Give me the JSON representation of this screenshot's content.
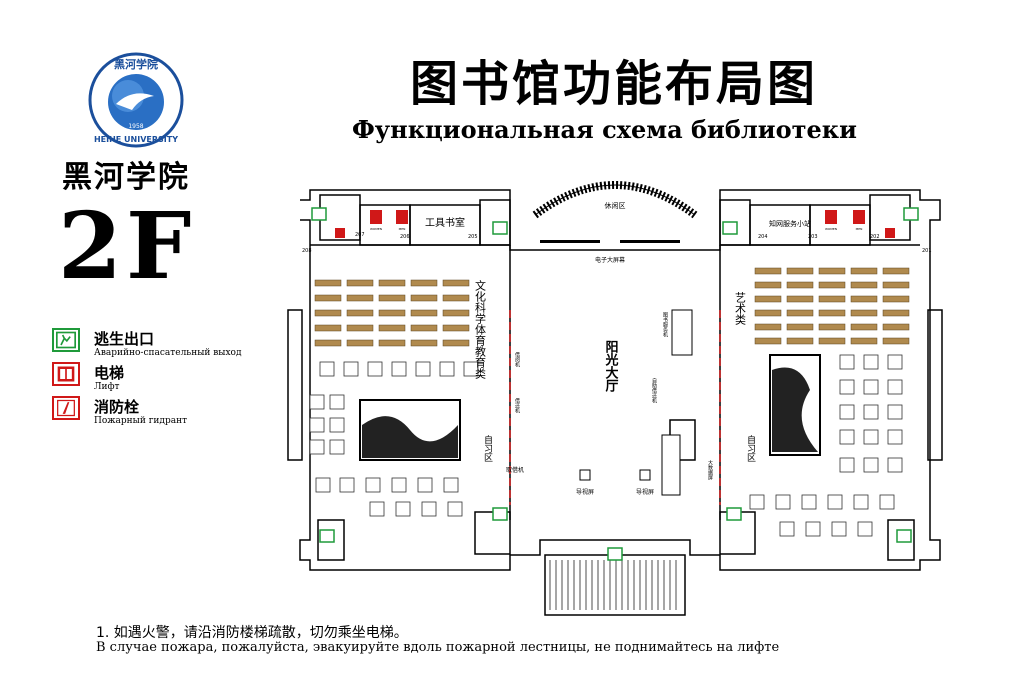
{
  "university": {
    "name": "黑河学院",
    "logo_text": "黑河学院",
    "logo_ring": "HEIHE UNIVERSITY",
    "logo_year": "1958"
  },
  "floor": "2F",
  "title": {
    "zh": "图书馆功能布局图",
    "ru": "Функциональная схема библиотеки"
  },
  "legend": [
    {
      "icon": "exit-icon",
      "zh": "逃生出口",
      "ru": "Аварийно-спасательный выход"
    },
    {
      "icon": "elevator-icon",
      "zh": "电梯",
      "ru": "Лифт"
    },
    {
      "icon": "fire-hydrant-icon",
      "zh": "消防栓",
      "ru": "Пожарный гидрант"
    }
  ],
  "plan": {
    "rest_area": "休闲区",
    "tool_books": "工具书室",
    "knowledge_station": "知网服务小站",
    "e_screen": "电子大屏幕",
    "culture": "文化科学体育教育类",
    "art": "艺术类",
    "sunshine_hall": "阳光大厅",
    "study_left": "自习区",
    "study_right": "自习区",
    "guide_left": "导视屏",
    "guide_right": "导视屏",
    "kiosk": "取借机",
    "reader_left": "借阅机",
    "reader_left2": "借还机",
    "book_return": "图书服务机",
    "self_service": "自助借还机",
    "big_screen": "大数据屏",
    "rooms": {
      "r207": "207",
      "r206": "206",
      "r205": "205",
      "r208": "208",
      "r204": "204",
      "r203": "203",
      "r202": "202",
      "r201": "201"
    },
    "women": "WOMEN",
    "men": "MEN"
  },
  "notes": {
    "zh": "1. 如遇火警，请沿消防楼梯疏散，切勿乘坐电梯。",
    "ru": "В случае пожара, пожалуйста, эвакуируйте вдоль пожарной лестницы, не поднимайтесь на лифте"
  },
  "colors": {
    "accent": "#d01818",
    "exit_green": "#1f9a3a",
    "desk": "#b08a4e",
    "logo_blue": "#1b4f9c"
  }
}
